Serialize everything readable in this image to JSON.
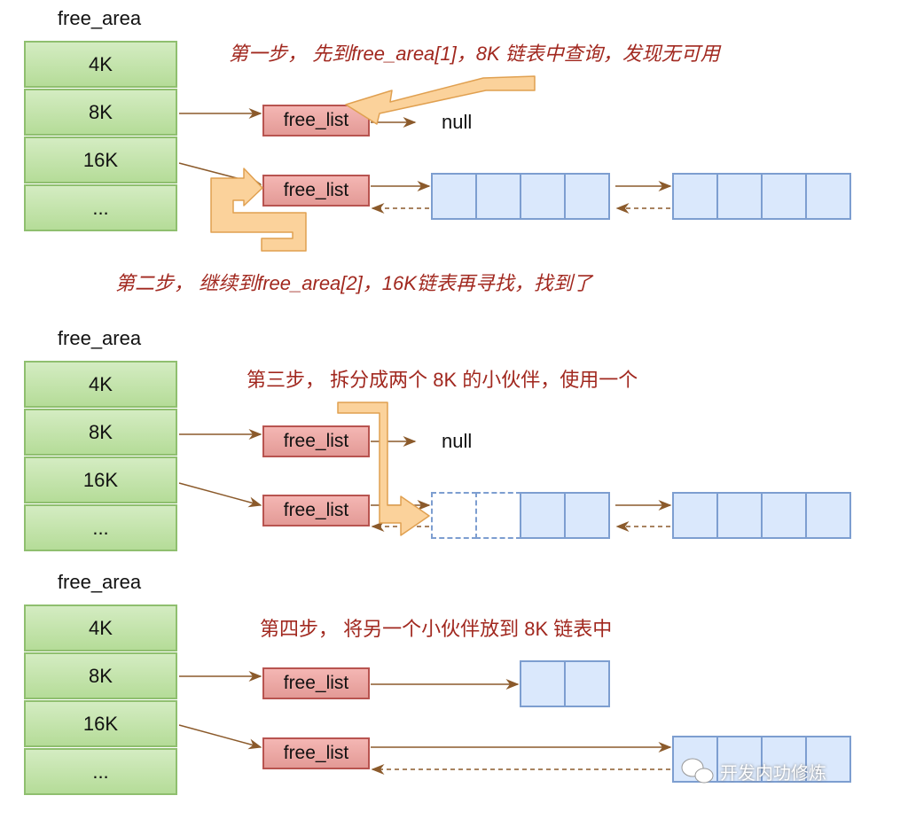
{
  "free_area_label": "free_area",
  "sizes": [
    "4K",
    "8K",
    "16K",
    "..."
  ],
  "free_list_label": "free_list",
  "null_label": "null",
  "steps": {
    "step1": "第一步， 先到free_area[1]，8K 链表中查询，发现无可用",
    "step2": "第二步， 继续到free_area[2]，16K链表再寻找，找到了",
    "step3": "第三步， 拆分成两个 8K 的小伙伴，使用一个",
    "step4": "第四步， 将另一个小伙伴放到 8K 链表中"
  },
  "watermark": "开发内功修炼",
  "colors": {
    "green": "#b5dc98",
    "red": "#e39a96",
    "blue": "#dae8fc",
    "arrow": "#8b5a2b",
    "highlight": "#fbd29b",
    "text_red": "#a1281f"
  }
}
